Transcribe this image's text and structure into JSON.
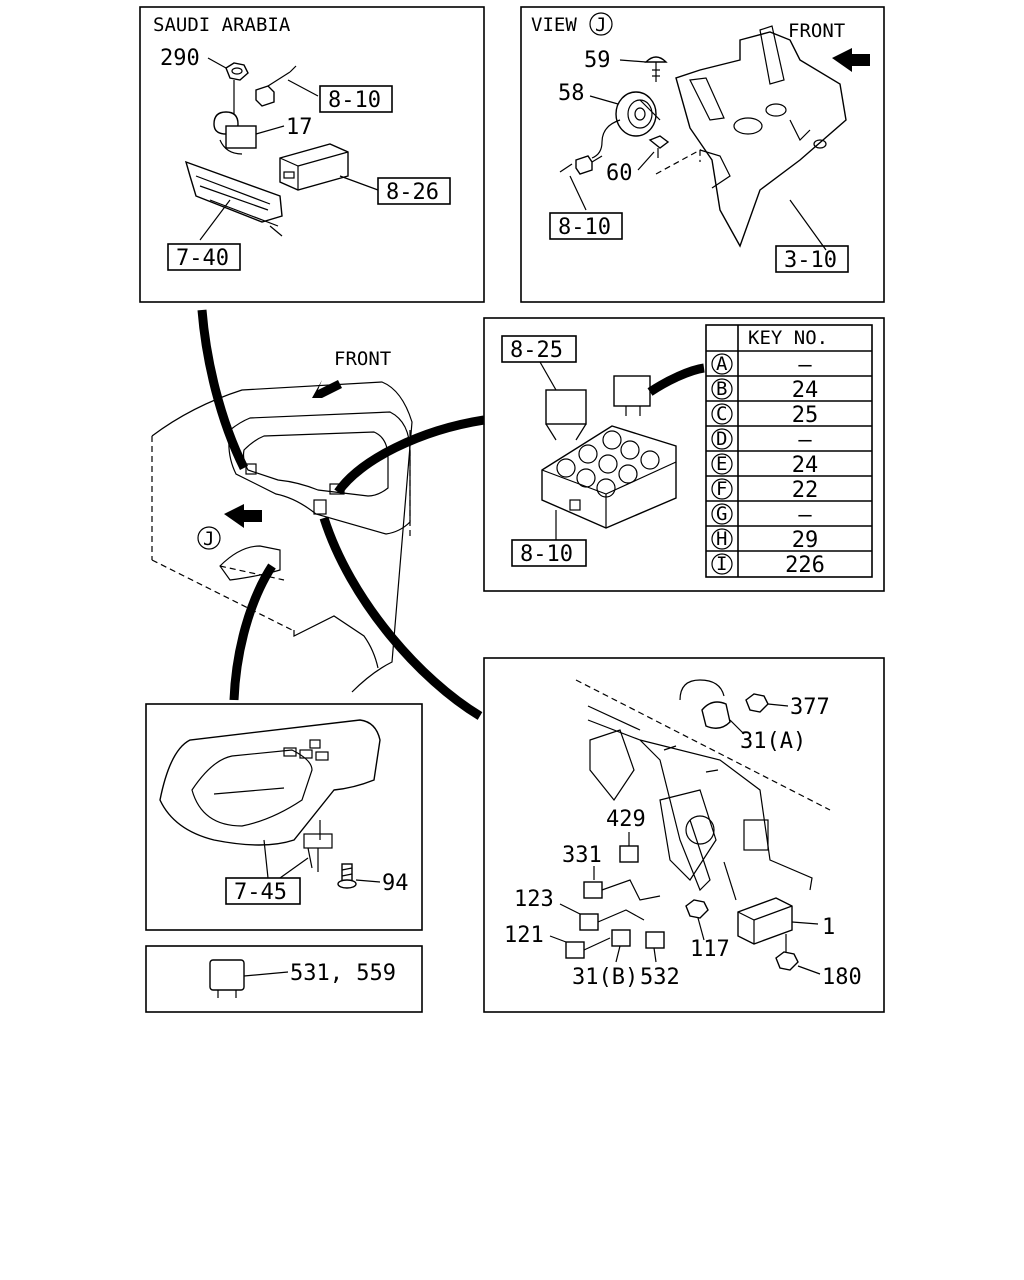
{
  "panels": {
    "saudi": {
      "title": "SAUDI ARABIA",
      "labels": {
        "p290": "290",
        "p17": "17",
        "ref_8_10": "8-10",
        "ref_8_26": "8-26",
        "ref_7_40": "7-40"
      }
    },
    "view_j": {
      "title": "VIEW",
      "view_letter": "J",
      "front": "FRONT",
      "labels": {
        "p59": "59",
        "p58": "58",
        "p60": "60",
        "ref_8_10": "8-10",
        "ref_3_10": "3-10"
      }
    },
    "main": {
      "front": "FRONT",
      "view_letter": "J"
    },
    "relay_box": {
      "ref_8_25": "8-25",
      "ref_8_10": "8-10",
      "table_header": "KEY NO.",
      "rows": [
        {
          "key": "A",
          "value": "—"
        },
        {
          "key": "B",
          "value": "24"
        },
        {
          "key": "C",
          "value": "25"
        },
        {
          "key": "D",
          "value": "—"
        },
        {
          "key": "E",
          "value": "24"
        },
        {
          "key": "F",
          "value": "22"
        },
        {
          "key": "G",
          "value": "—"
        },
        {
          "key": "H",
          "value": "29"
        },
        {
          "key": "I",
          "value": "226"
        }
      ]
    },
    "console": {
      "labels": {
        "ref_7_45": "7-45",
        "p94": "94"
      }
    },
    "relay_single": {
      "label": "531, 559"
    },
    "bracket": {
      "labels": {
        "p377": "377",
        "p31a": "31(A)",
        "p429": "429",
        "p331": "331",
        "p123": "123",
        "p121": "121",
        "p31b": "31(B)",
        "p532": "532",
        "p117": "117",
        "p1": "1",
        "p180": "180"
      }
    }
  }
}
